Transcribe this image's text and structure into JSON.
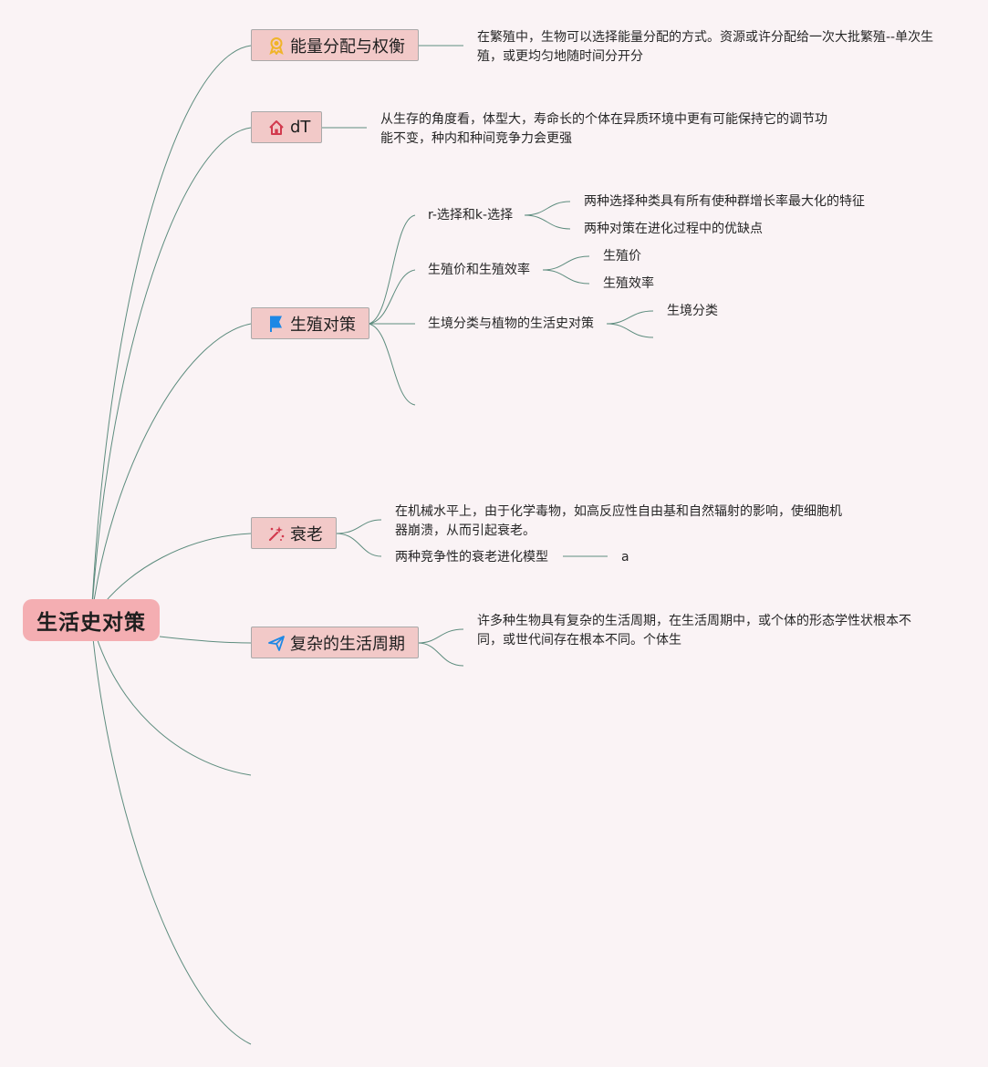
{
  "root": {
    "label": "生活史对策"
  },
  "topics": {
    "energy": {
      "label": "能量分配与权衡",
      "icon": "award-ribbon-icon",
      "note": "在繁殖中，生物可以选择能量分配的方式。资源或许分配给一次大批繁殖--单次生殖，或更均匀地随时间分开分"
    },
    "dt": {
      "label": "dT",
      "icon": "house-icon",
      "note": "从生存的角度看，体型大，寿命长的个体在异质环境中更有可能保持它的调节功能不变，种内和种间竞争力会更强"
    },
    "repro": {
      "label": "生殖对策",
      "icon": "flag-icon",
      "branches": [
        {
          "label": "r-选择和k-选择",
          "children": [
            "两种选择种类具有所有使种群增长率最大化的特征",
            "两种对策在进化过程中的优缺点"
          ]
        },
        {
          "label": "生殖价和生殖效率",
          "children": [
            "生殖价",
            "生殖效率"
          ]
        },
        {
          "label": "生境分类与植物的生活史对策",
          "children": [
            "生境分类"
          ]
        }
      ]
    },
    "aging": {
      "label": "衰老",
      "icon": "sparkle-wand-icon",
      "note": "在机械水平上，由于化学毒物，如高反应性自由基和自然辐射的影响，使细胞机器崩溃，从而引起衰老。",
      "model": {
        "label": "两种竞争性的衰老进化模型",
        "child": "a"
      }
    },
    "lifecycle": {
      "label": "复杂的生活周期",
      "icon": "paper-plane-icon",
      "note": "许多种生物具有复杂的生活周期，在生活周期中，或个体的形态学性状根本不同，或世代间存在根本不同。个体生"
    }
  },
  "colors": {
    "background": "#faf3f5",
    "root_fill": "#f4aeb2",
    "topic_fill": "#f2c9c8",
    "line": "#5d8c7e"
  }
}
